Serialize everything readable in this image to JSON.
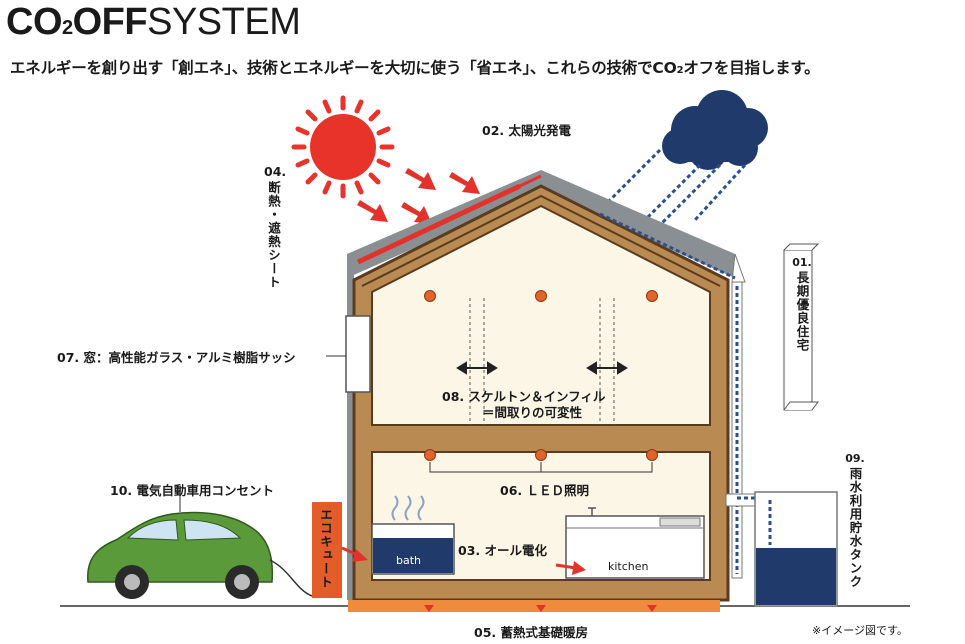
{
  "header": {
    "title_co": "CO",
    "title_sub": "2",
    "title_off": "OFF",
    "title_system": "SYSTEM",
    "subtitle_a": "エネルギーを創り出す「創エネ」、技術とエネルギーを大切に使う「省エネ」、これらの技術でCO",
    "subtitle_sub": "2",
    "subtitle_b": "オフを目指します。"
  },
  "labels": {
    "l01": {
      "num": "01.",
      "text": "長期優良住宅"
    },
    "l02": "02. 太陽光発電",
    "l03": "03. オール電化",
    "l04": {
      "num": "04.",
      "text": "断熱・遮熱シート"
    },
    "l05": "05. 蓄熱式基礎暖房",
    "l06": "06. ＬＥＤ照明",
    "l07": "07. 窓：高性能ガラス・アルミ樹脂サッシ",
    "l08_line1": "08. スケルトン＆インフィル",
    "l08_line2": "＝間取りの可変性",
    "l09": {
      "num": "09.",
      "text": "雨水利用貯水タンク"
    },
    "l10": "10. 電気自動車用コンセント",
    "ecocute": "エコキュート",
    "bath": "bath",
    "kitchen": "kitchen"
  },
  "footnote": "※イメージ図です。",
  "colors": {
    "house_fill": "#b98a52",
    "house_stroke": "#5b3b1e",
    "room_fill": "#fbf6e6",
    "sun": "#e8332a",
    "cloud": "#1f3a6b",
    "rain": "#2c4f8f",
    "arrow": "#e2322b",
    "car": "#5a9a3a",
    "ecocute_box": "#e25d2a",
    "tank_water": "#1f3a6b",
    "roof_grey": "#8a8f94",
    "floor_heat": "#f08a3c"
  }
}
